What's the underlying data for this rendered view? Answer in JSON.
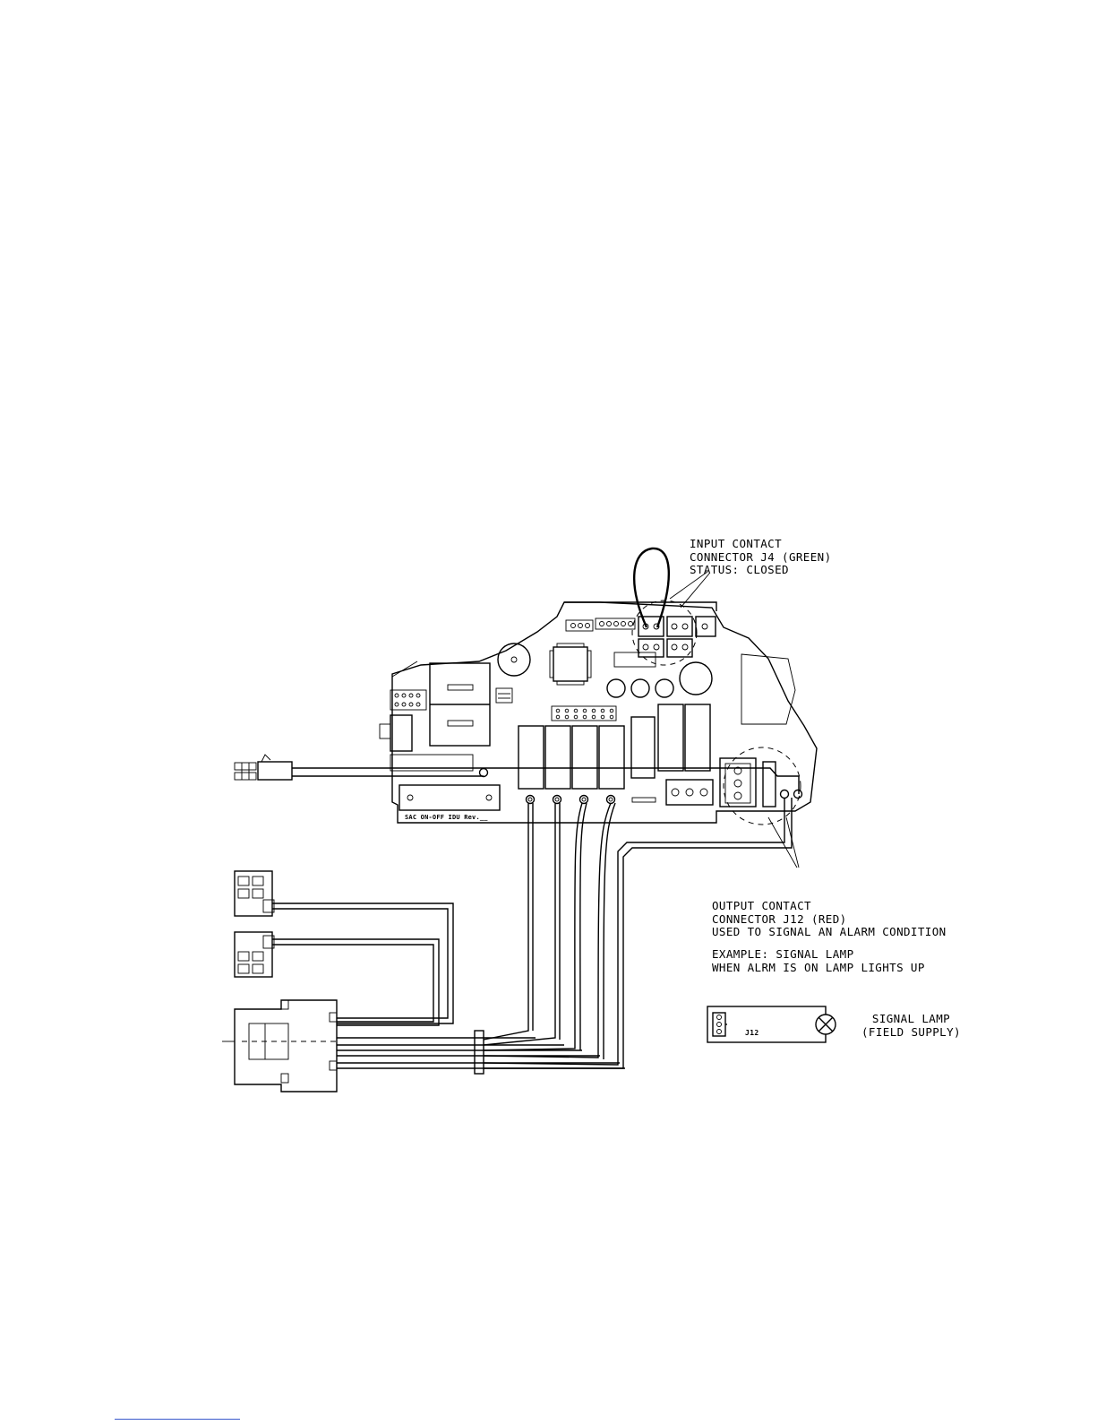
{
  "annotations": {
    "input_contact": [
      "INPUT CONTACT",
      "CONNECTOR J4 (GREEN)",
      "STATUS: CLOSED"
    ],
    "output_contact": [
      "OUTPUT CONTACT",
      "CONNECTOR J12 (RED)",
      "USED TO SIGNAL AN ALARM CONDITION"
    ],
    "example": [
      "EXAMPLE: SIGNAL LAMP",
      "WHEN ALRM IS ON LAMP LIGHTS UP"
    ],
    "signal_lamp": [
      "SIGNAL LAMP",
      "(FIELD SUPPLY)"
    ]
  },
  "board_label": "SAC ON-OFF IDU Rev.__",
  "j12_label": "J12",
  "icons": [
    "signal-lamp-icon",
    "connector-j4-icon",
    "connector-j12-icon",
    "relay-icon"
  ]
}
